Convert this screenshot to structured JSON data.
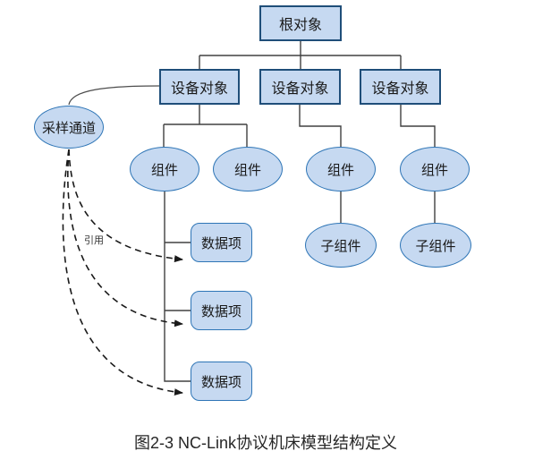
{
  "diagram": {
    "caption": "图2-3 NC-Link协议机床模型结构定义",
    "reference_label": "引用",
    "root": {
      "label": "根对象"
    },
    "devices": [
      {
        "label": "设备对象"
      },
      {
        "label": "设备对象"
      },
      {
        "label": "设备对象"
      }
    ],
    "sampling_channel": {
      "label": "采样通道"
    },
    "components": [
      {
        "label": "组件"
      },
      {
        "label": "组件"
      },
      {
        "label": "组件"
      },
      {
        "label": "组件"
      }
    ],
    "subcomponents": [
      {
        "label": "子组件"
      },
      {
        "label": "子组件"
      }
    ],
    "data_items": [
      {
        "label": "数据项"
      },
      {
        "label": "数据项"
      },
      {
        "label": "数据项"
      }
    ],
    "colors": {
      "node_fill": "#c6d9f1",
      "rect_border": "#1f4e79",
      "ellipse_border": "#2e75b6",
      "connector_line": "#404040",
      "reference_dashed_line": "#1a1a1a"
    }
  }
}
